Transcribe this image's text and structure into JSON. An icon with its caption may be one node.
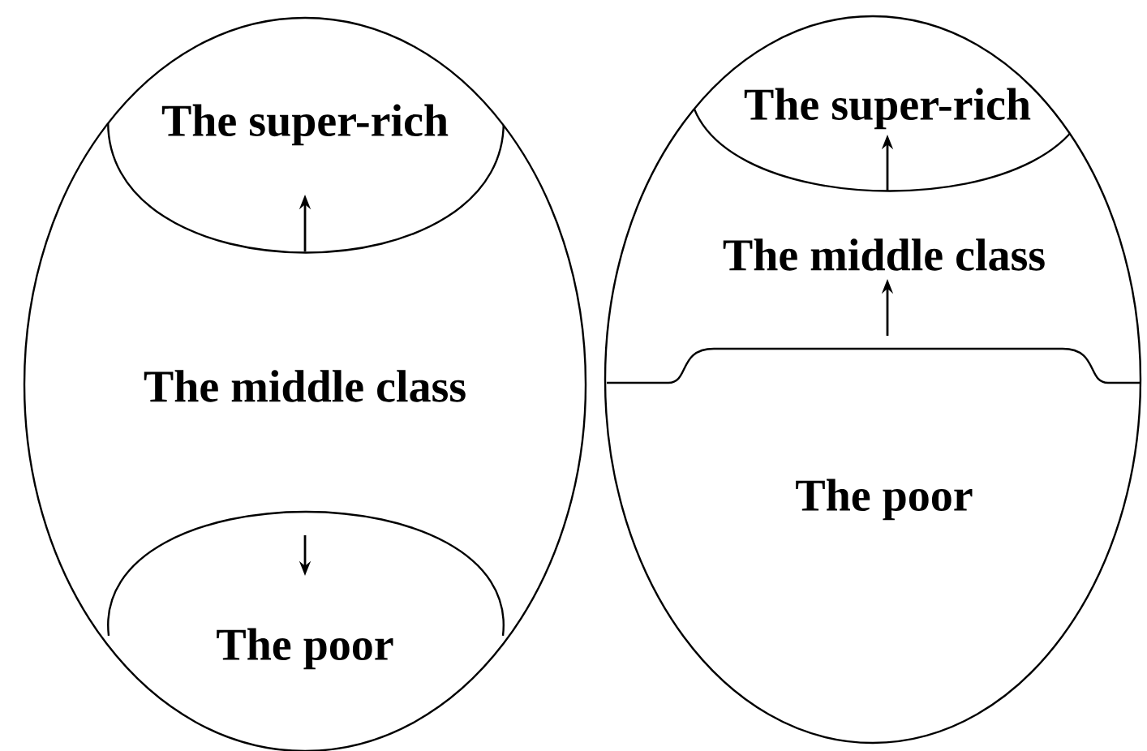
{
  "diagram": {
    "nodes": [
      {
        "text": [
          "The middle class"
        ]
      },
      {
        "text": [
          "The super-rich"
        ],
        "in": 0
      },
      {
        "text": [
          "The poor"
        ],
        "in": 0
      },
      {
        "text": [
          "The middle class"
        ]
      },
      {
        "text": [
          "The super-rich"
        ],
        "in": 3
      },
      {
        "text": [
          "The poor"
        ],
        "in": 3
      }
    ]
  }
}
